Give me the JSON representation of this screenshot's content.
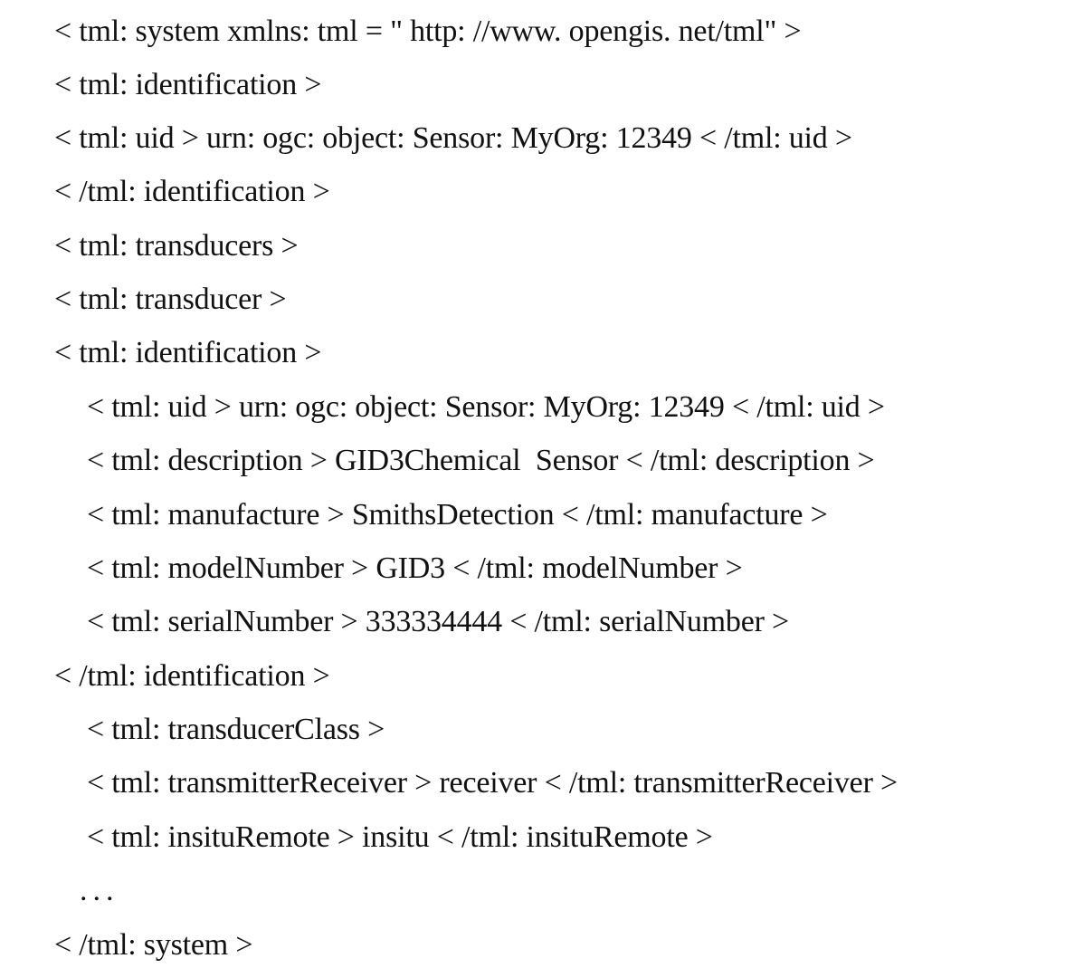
{
  "listing": {
    "lines": [
      "< tml: system xmlns: tml = \" http: //www. opengis. net/tml\" >",
      "< tml: identification >",
      "< tml: uid > urn: ogc: object: Sensor: MyOrg: 12349 < /tml: uid >",
      "< /tml: identification >",
      "< tml: transducers >",
      "< tml: transducer >",
      "< tml: identification >",
      "< tml: uid > urn: ogc: object: Sensor: MyOrg: 12349 < /tml: uid >",
      "< tml: description > GID3Chemical  Sensor < /tml: description >",
      "< tml: manufacture > SmithsDetection < /tml: manufacture >",
      "< tml: modelNumber > GID3 < /tml: modelNumber >",
      "< tml: serialNumber > 333334444 < /tml: serialNumber >",
      "< /tml: identification >",
      "< tml: transducerClass >",
      "< tml: transmitterReceiver > receiver < /tml: transmitterReceiver >",
      "< tml: insituRemote > insitu < /tml: insituRemote >",
      "...",
      "< /tml: system >"
    ]
  }
}
